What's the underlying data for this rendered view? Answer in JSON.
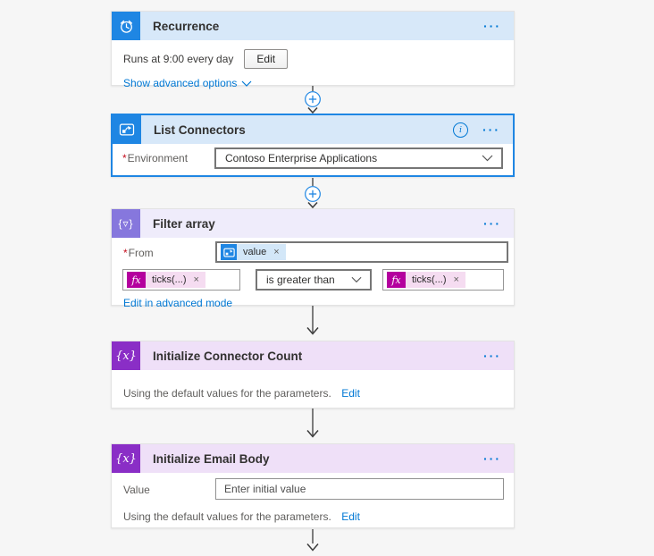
{
  "colors": {
    "canvas_bg": "#f6f6f6",
    "accent_link": "#0078d4",
    "recurrence_blue": "#1f86e3",
    "blue_header": "#d7e8f9",
    "selected_border": "#1f86e3",
    "filter_violet": "#8677dd",
    "filter_header": "#efecfb",
    "variable_purple": "#8a2ec6",
    "variable_header": "#efe0f8",
    "fx_magenta": "#b4009e",
    "value_token_bg": "#d3e7f8",
    "fx_token_bg": "#f5dcf1",
    "required_red": "#c50f1f"
  },
  "icons": {
    "ellipsis": "···",
    "info": "i",
    "close": "×",
    "filter_glyph": "{▿}",
    "variable_glyph": "{x}",
    "fx_glyph": "fx"
  },
  "labels": {
    "required_marker": "*"
  },
  "cards": [
    {
      "title": "Recurrence",
      "summary": "Runs at 9:00 every day",
      "edit_button": "Edit",
      "advanced_link": "Show advanced options"
    },
    {
      "title": "List Connectors",
      "field_label": "Environment",
      "field_value": "Contoso Enterprise Applications"
    },
    {
      "title": "Filter array",
      "from_label": "From",
      "from_token": "value",
      "left_token": "ticks(...)",
      "operator": "is greater than",
      "right_token": "ticks(...)",
      "advanced_link": "Edit in advanced mode"
    },
    {
      "title": "Initialize Connector Count",
      "summary": "Using the default values for the parameters.",
      "edit_link": "Edit"
    },
    {
      "title": "Initialize Email Body",
      "value_label": "Value",
      "value_placeholder": "Enter initial value",
      "summary": "Using the default values for the parameters.",
      "edit_link": "Edit"
    }
  ]
}
